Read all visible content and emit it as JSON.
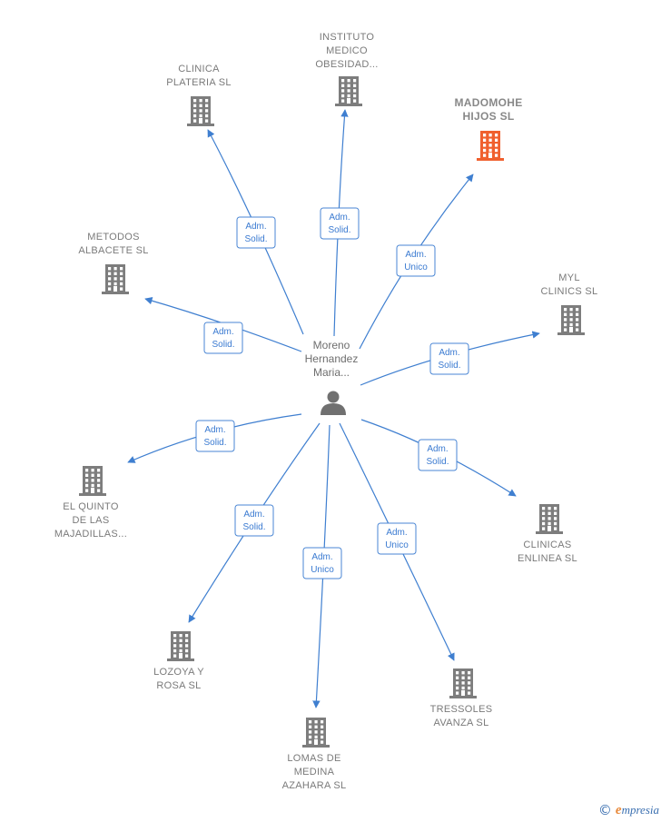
{
  "center": {
    "label_lines": [
      "Moreno",
      "Hernandez",
      "Maria..."
    ],
    "icon": "person-icon"
  },
  "companies": [
    {
      "id": "instituto",
      "lines": [
        "INSTITUTO",
        "MEDICO",
        "OBESIDAD..."
      ],
      "highlight": false,
      "icon": "building-icon"
    },
    {
      "id": "clinica-plateria",
      "lines": [
        "CLINICA",
        "PLATERIA  SL"
      ],
      "highlight": false,
      "icon": "building-icon"
    },
    {
      "id": "madomohe",
      "lines": [
        "MADOMOHE",
        "HIJOS  SL"
      ],
      "highlight": true,
      "icon": "building-icon"
    },
    {
      "id": "metodos",
      "lines": [
        "METODOS",
        "ALBACETE  SL"
      ],
      "highlight": false,
      "icon": "building-icon"
    },
    {
      "id": "myl",
      "lines": [
        "MYL",
        "CLINICS  SL"
      ],
      "highlight": false,
      "icon": "building-icon"
    },
    {
      "id": "el-quinto",
      "lines": [
        "EL QUINTO",
        "DE LAS",
        "MAJADILLAS..."
      ],
      "highlight": false,
      "icon": "building-icon"
    },
    {
      "id": "clinicas-enlinea",
      "lines": [
        "CLINICAS",
        "ENLINEA  SL"
      ],
      "highlight": false,
      "icon": "building-icon"
    },
    {
      "id": "lozoya",
      "lines": [
        "LOZOYA Y",
        "ROSA  SL"
      ],
      "highlight": false,
      "icon": "building-icon"
    },
    {
      "id": "tressoles",
      "lines": [
        "TRESSOLES",
        "AVANZA  SL"
      ],
      "highlight": false,
      "icon": "building-icon"
    },
    {
      "id": "lomas",
      "lines": [
        "LOMAS DE",
        "MEDINA",
        "AZAHARA SL"
      ],
      "highlight": false,
      "icon": "building-icon"
    }
  ],
  "edges": [
    {
      "to": "instituto",
      "lines": [
        "Adm.",
        "Solid."
      ]
    },
    {
      "to": "clinica-plateria",
      "lines": [
        "Adm.",
        "Solid."
      ]
    },
    {
      "to": "madomohe",
      "lines": [
        "Adm.",
        "Unico"
      ]
    },
    {
      "to": "metodos",
      "lines": [
        "Adm.",
        "Solid."
      ]
    },
    {
      "to": "myl",
      "lines": [
        "Adm.",
        "Solid."
      ]
    },
    {
      "to": "el-quinto",
      "lines": [
        "Adm.",
        "Solid."
      ]
    },
    {
      "to": "clinicas-enlinea",
      "lines": [
        "Adm.",
        "Solid."
      ]
    },
    {
      "to": "lozoya",
      "lines": [
        "Adm.",
        "Solid."
      ]
    },
    {
      "to": "tressoles",
      "lines": [
        "Adm.",
        "Unico"
      ]
    },
    {
      "to": "lomas",
      "lines": [
        "Adm.",
        "Unico"
      ]
    }
  ],
  "colors": {
    "building": "#7d7d7d",
    "building_highlight": "#f0602e",
    "edge": "#3f7fd0",
    "person": "#707070"
  },
  "brand": {
    "copyright": "©",
    "initial": "e",
    "rest": "mpresia"
  }
}
